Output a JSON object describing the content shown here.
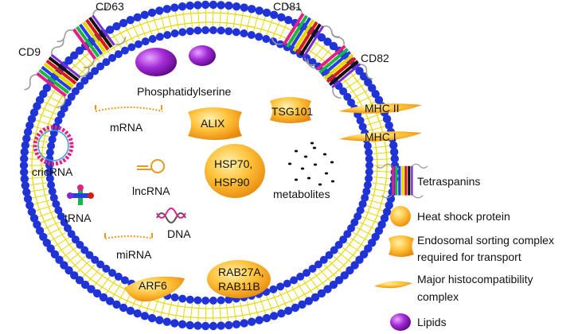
{
  "tetraspanins": {
    "cd63": "CD63",
    "cd81": "CD81",
    "cd9": "CD9",
    "cd82": "CD82"
  },
  "molecules": {
    "phosphatidylserine": "Phosphatidylserine",
    "mrna": "mRNA",
    "cricrna": "cricRNA",
    "lncrna": "lncRNA",
    "trna": "tRNA",
    "dna": "DNA",
    "mirna": "miRNA",
    "metabolites": "metabolites"
  },
  "proteins": {
    "alix": "ALIX",
    "tsg101": "TSG101",
    "hsp70": "HSP70,",
    "hsp90": "HSP90",
    "mhc2": "MHC II",
    "mhc1": "MHC I",
    "arf6": "ARF6",
    "rab27a": "RAB27A,",
    "rab11b": "RAB11B"
  },
  "legend": {
    "tetraspanins": "Tetraspanins",
    "hsp": "Heat shock protein",
    "escrt_line1": "Endosomal sorting complex",
    "escrt_line2": "required for transport",
    "mhc_line1": "Major histocompatibility",
    "mhc_line2": "complex",
    "lipids": "Lipids"
  },
  "colors": {
    "outer_bead": "#1f33d6",
    "inner_bead": "#1f33d6",
    "tail": "#e8d800",
    "protein": "#f5a623",
    "protein_light": "#ffe08a",
    "lipid": "#8a1fb0"
  }
}
